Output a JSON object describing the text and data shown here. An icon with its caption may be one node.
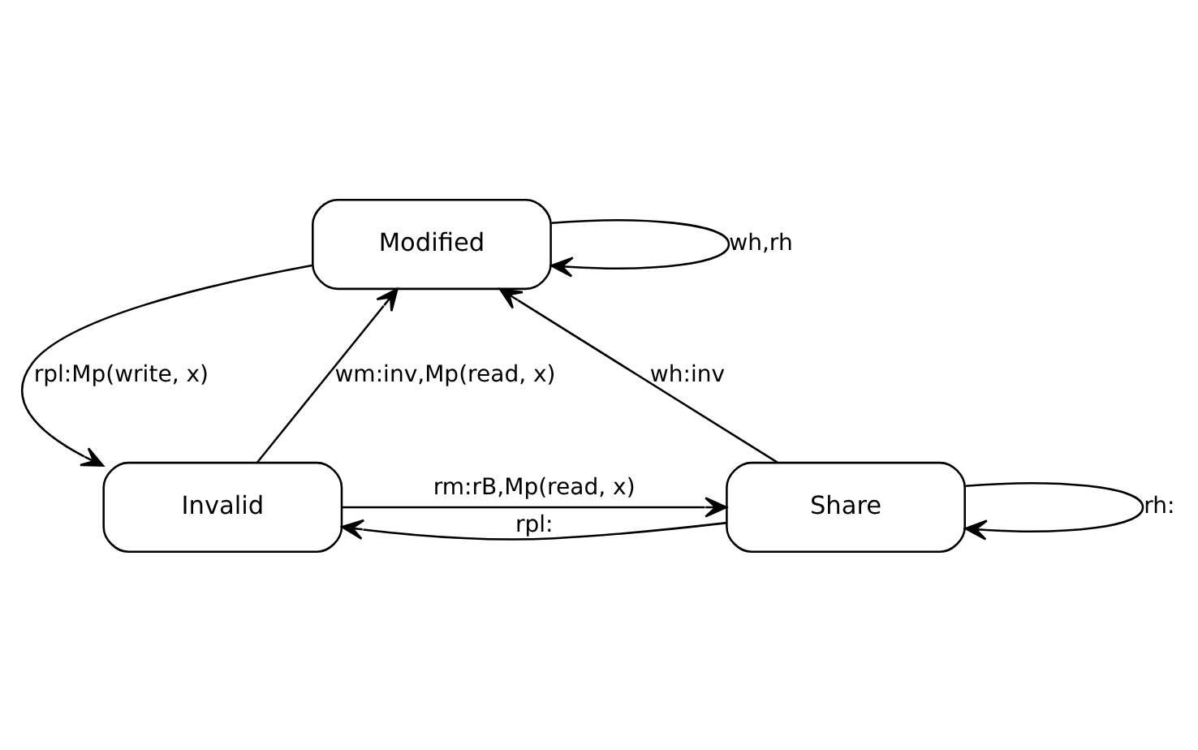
{
  "diagram": {
    "nodes": [
      {
        "text": [
          "Modified"
        ]
      },
      {
        "text": [
          "Invalid"
        ]
      },
      {
        "text": [
          "Share"
        ]
      }
    ],
    "edges": [
      {
        "from": 0,
        "to": 0,
        "arrow": "to",
        "label": "wh,rh"
      },
      {
        "from": 0,
        "to": 1,
        "arrow": "to",
        "label": "rpl:Mp(write, x)"
      },
      {
        "from": 1,
        "to": 0,
        "arrow": "to",
        "label": "wm:inv,Mp(read, x)"
      },
      {
        "from": 2,
        "to": 0,
        "arrow": "to",
        "label": "wh:inv"
      },
      {
        "from": 2,
        "to": 2,
        "arrow": "to",
        "label": "rh:"
      },
      {
        "from": 2,
        "to": 1,
        "arrow": "to",
        "label": "rpl:"
      },
      {
        "from": 1,
        "to": 2,
        "arrow": "to",
        "label": "rm:rB,Mp(read, x)"
      }
    ]
  }
}
